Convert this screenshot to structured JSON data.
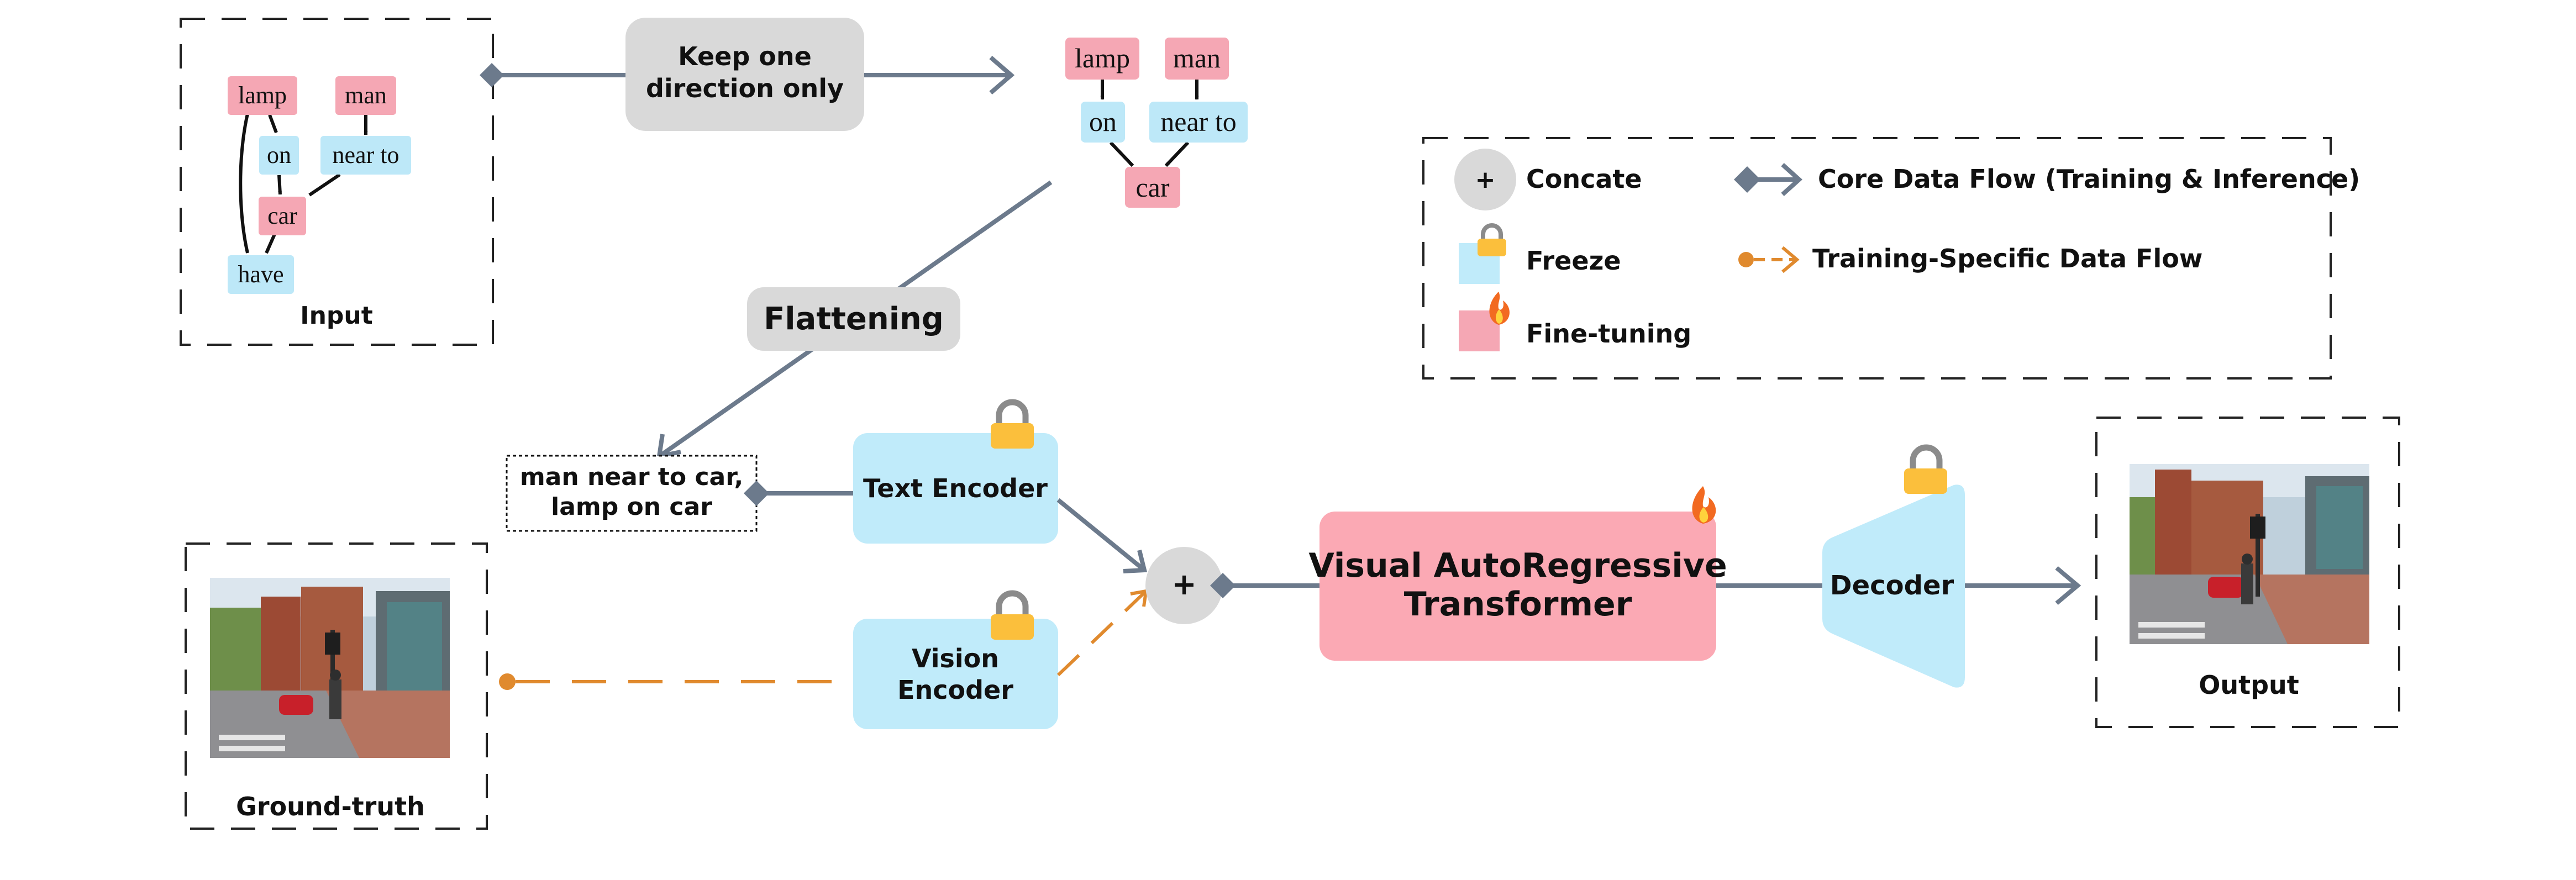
{
  "input_graph": {
    "caption": "Input",
    "nodes": {
      "lamp": "lamp",
      "man": "man",
      "on": "on",
      "near_to": "near to",
      "car": "car",
      "have": "have"
    }
  },
  "keep_direction": {
    "line1": "Keep one",
    "line2": "direction only"
  },
  "pruned_graph": {
    "nodes": {
      "lamp": "lamp",
      "man": "man",
      "on": "on",
      "near_to": "near to",
      "car": "car"
    }
  },
  "flattening": {
    "label": "Flattening"
  },
  "flattened_text": {
    "line1": "man near to car,",
    "line2": "lamp on car"
  },
  "text_encoder": {
    "label": "Text Encoder"
  },
  "vision_encoder": {
    "line1": "Vision",
    "line2": "Encoder"
  },
  "concat_node": {
    "symbol": "+"
  },
  "var_transformer": {
    "line1": "Visual AutoRegressive",
    "line2": "Transformer"
  },
  "decoder": {
    "label": "Decoder"
  },
  "ground_truth": {
    "caption": "Ground-truth"
  },
  "output": {
    "caption": "Output"
  },
  "legend": {
    "concat_symbol": "+",
    "concat": "Concate",
    "core_flow": "Core Data Flow (Training & Inference)",
    "training_flow": "Training-Specific Data Flow",
    "freeze": "Freeze",
    "finetune": "Fine-tuning"
  },
  "icons": {
    "freeze": "lock-icon",
    "finetune": "fire-icon"
  },
  "colors": {
    "object_node": "#F5A7B4",
    "relation_node": "#BDE8F8",
    "encoder": "#C0EBFA",
    "transformer": "#FBA9B4",
    "gray_box": "#D9D9D9",
    "flow_line": "#6C7A8C",
    "training_flow": "#E08A2E",
    "lock": "#FBBF3C"
  }
}
